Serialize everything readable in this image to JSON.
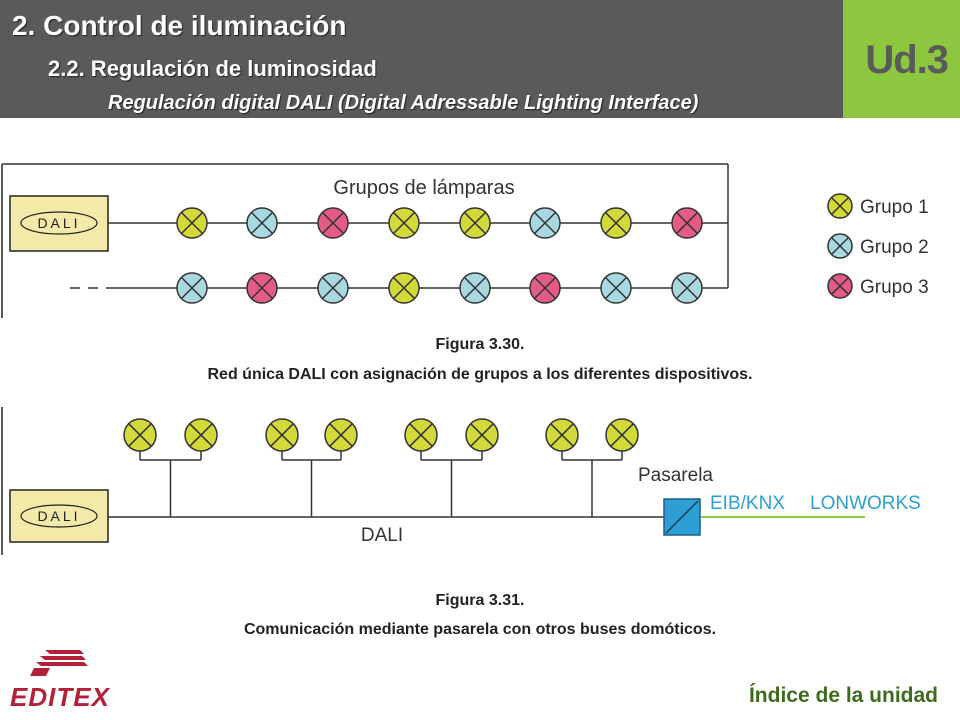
{
  "header": {
    "title": "2. Control de iluminación",
    "subtitle": "2.2. Regulación de luminosidad",
    "topic": "Regulación digital DALI (Digital Adressable Lighting Interface)",
    "unit_label": "Ud.3"
  },
  "figure1": {
    "caption_title": "Figura 3.30.",
    "caption_text": "Red única DALI con asignación de grupos a los diferentes dispositivos.",
    "group_label": "Grupos de lámparas",
    "controller_label": "DALI",
    "row1_groups": [
      1,
      2,
      3,
      1,
      1,
      2,
      1,
      3
    ],
    "row2_groups": [
      2,
      3,
      2,
      1,
      2,
      3,
      2,
      2
    ],
    "legend": [
      {
        "label": "Grupo 1",
        "color": "#d4d93a"
      },
      {
        "label": "Grupo 2",
        "color": "#a8d8e0"
      },
      {
        "label": "Grupo 3",
        "color": "#e45b86"
      }
    ]
  },
  "figure2": {
    "caption_title": "Figura 3.31.",
    "caption_text": "Comunicación mediante pasarela con otros buses domóticos.",
    "controller_label": "DALI",
    "bus_label": "DALI",
    "gateway_label": "Pasarela",
    "bus1_label": "EIB/KNX",
    "bus2_label": "LONWORKS",
    "lamp_color": "#d4d93a",
    "gateway_color": "#2e9fd4",
    "bus_color": "#8dc63f"
  },
  "footer": {
    "logo_text": "EDITEX",
    "index_link": "Índice de la unidad"
  },
  "colors": {
    "header_bg": "#5a5a5a",
    "accent": "#8dc63f",
    "link": "#3f6c1c",
    "brand": "#b3203a"
  }
}
